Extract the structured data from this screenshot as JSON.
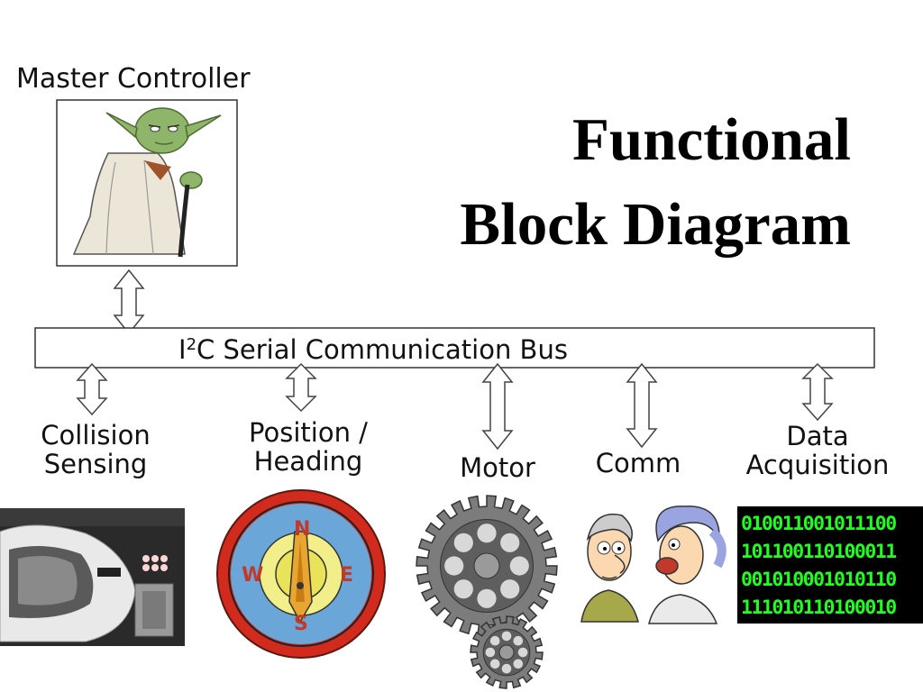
{
  "title": {
    "line1": "Functional",
    "line2": "Block Diagram"
  },
  "master": {
    "label": "Master Controller"
  },
  "bus": {
    "prefix": "I",
    "superscript": "2",
    "label": "C  Serial Communication Bus"
  },
  "modules": [
    {
      "line1": "Collision",
      "line2": "Sensing"
    },
    {
      "line1": "Position /",
      "line2": "Heading"
    },
    {
      "line1": "Motor",
      "line2": ""
    },
    {
      "line1": "Comm",
      "line2": ""
    },
    {
      "line1": "Data",
      "line2": "Acquisition"
    }
  ],
  "compass": {
    "n": "N",
    "s": "S",
    "e": "E",
    "w": "W"
  },
  "binary": {
    "rows": [
      "010011001011100",
      "101100110100011",
      "001010001010110",
      "111010110100010"
    ]
  },
  "colors": {
    "compass_ring": "#d22b1e",
    "compass_face": "#6aa7d8",
    "compass_letters": "#c0392b",
    "gear": "#7c7c7c",
    "binary_text": "#22ff22",
    "binary_bg": "#000000",
    "yoda_skin": "#8fb56a"
  }
}
